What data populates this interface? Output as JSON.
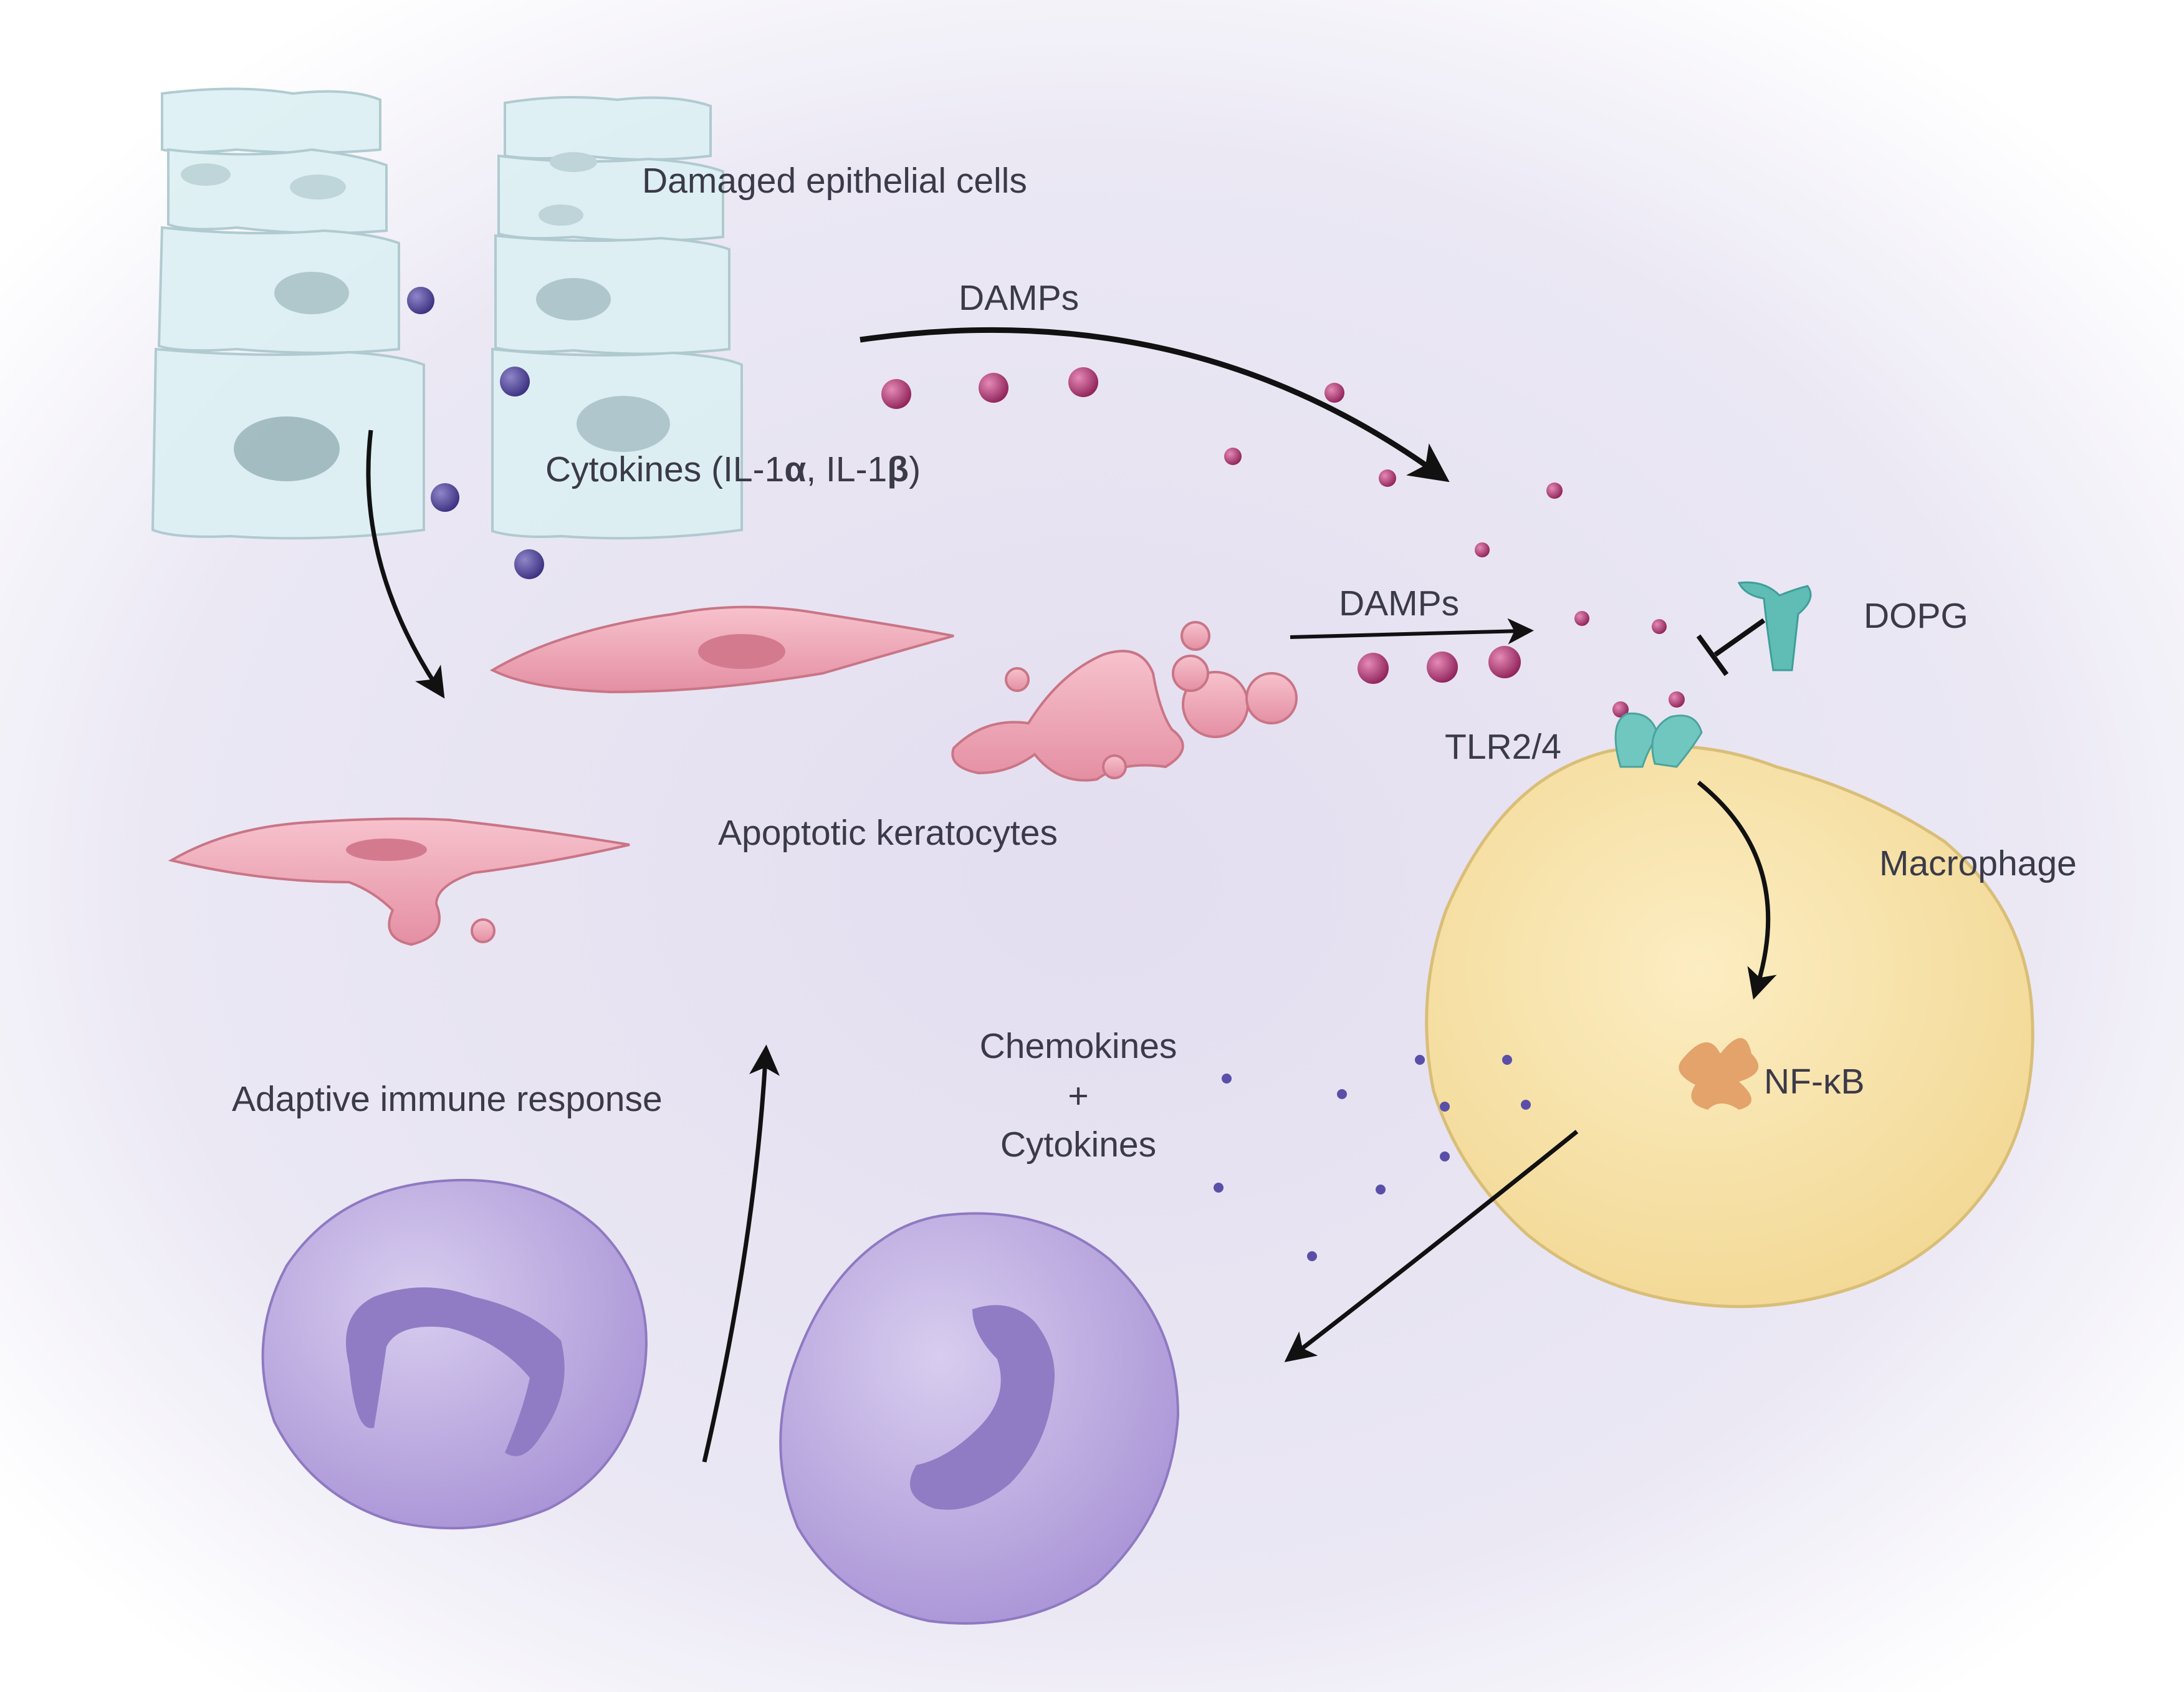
{
  "labels": {
    "damaged_epithelial": "Damaged epithelial cells",
    "damps_top": "DAMPs",
    "cytokines_il_prefix": "Cytokines (IL-1",
    "cytokines_alpha": "α",
    "cytokines_sep": ", IL-1",
    "cytokines_beta": "β",
    "cytokines_suffix": ")",
    "damps_mid": "DAMPs",
    "dopg": "DOPG",
    "tlr": "TLR2/4",
    "apoptotic": "Apoptotic keratocytes",
    "macrophage": "Macrophage",
    "chemokines": "Chemokines",
    "plus": "+",
    "cytokines": "Cytokines",
    "nfkb": "NF-κB",
    "adaptive": "Adaptive immune response"
  },
  "colors": {
    "background": "#e7e3f2",
    "epithelium": "#d6eef2",
    "keratocyte": "#f0a8b8",
    "damp_particle": "#a8306e",
    "cytokine_particle": "#4a3f8f",
    "dopg": "#5fbdb5",
    "tlr": "#6fc7c0",
    "macrophage": "#f8e3a8",
    "nfkb": "#e3a36a",
    "immune_cell": "#b9a5de"
  }
}
